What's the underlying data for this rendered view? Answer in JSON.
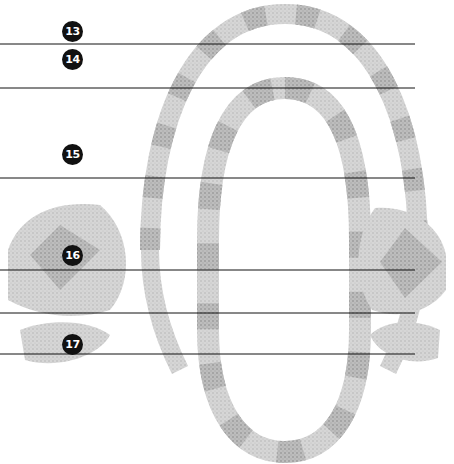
{
  "diagram": {
    "labels": [
      "13",
      "14",
      "15",
      "16",
      "17"
    ]
  }
}
